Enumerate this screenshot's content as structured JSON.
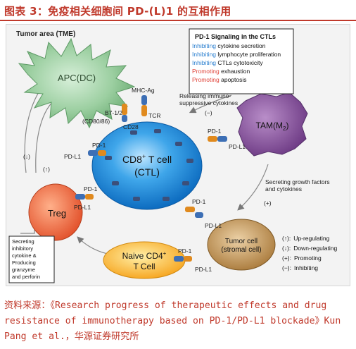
{
  "header": {
    "title": "图表 3：免疫相关细胞间 PD-(L)1 的互相作用"
  },
  "diagram": {
    "area_label": "Tumor area (TME)",
    "cells": {
      "apc": "APC(DC)",
      "ctl_line1": "CD8",
      "ctl_sup": "+",
      "ctl_line1_end": " T cell",
      "ctl_line2": "(CTL)",
      "tam": "TAM(M",
      "tam_sub": "2",
      "tam_end": ")",
      "treg": "Treg",
      "naive_line1": "Naive CD4",
      "naive_sup": "+",
      "naive_line2": "T Cell",
      "tumor_line1": "Tumor  cell",
      "tumor_line2": "(stromal cell)"
    },
    "molecules": {
      "mhc": "MHC-Ag",
      "tcr": "TCR",
      "b7": "B7-1/2",
      "cd80": "(CD80/86)",
      "cd28": "CD28",
      "pd1": "PD-1",
      "pdl1": "PD-L1"
    },
    "signaling_box": {
      "title": "PD-1 Signaling in the CTLs",
      "items": [
        {
          "verb": "Inhibiting",
          "rest": " cytokine secretion",
          "color": "#2a7fd0"
        },
        {
          "verb": "Inhibiting",
          "rest": " lymphocyte proliferation",
          "color": "#2a7fd0"
        },
        {
          "verb": "Inhibiting",
          "rest": " CTLs cytotoxicity",
          "color": "#2a7fd0"
        },
        {
          "verb": "Promoting",
          "rest": " exhaustion",
          "color": "#e0453a"
        },
        {
          "verb": "Promoting",
          "rest": " apoptosis",
          "color": "#e0453a"
        }
      ]
    },
    "annotations": {
      "releasing_1": "Releasing immuno-",
      "releasing_2": "suppressive cytokines",
      "minus": "(−)",
      "secreting_growth_1": "Secreting growth factors",
      "secreting_growth_2": "and cytokines",
      "plus": "(+)",
      "down": "(↓)",
      "up": "(↑)"
    },
    "treg_box": [
      "Secreting",
      "inhibitory",
      "cytokine &",
      "Producing",
      "granzyme",
      "and perforin"
    ],
    "legend": [
      {
        "symbol": "(↑):",
        "text": "Up-regulating"
      },
      {
        "symbol": "(↓):",
        "text": "Down-regulating"
      },
      {
        "symbol": "(+):",
        "text": "Promoting"
      },
      {
        "symbol": "(−):",
        "text": "Inhibiting"
      }
    ]
  },
  "source": "资料来源：《Research progress of therapeutic effects and drug resistance of immunotherapy based on PD-1/PD-L1 blockade》Kun Pang et al.，华源证券研究所"
}
